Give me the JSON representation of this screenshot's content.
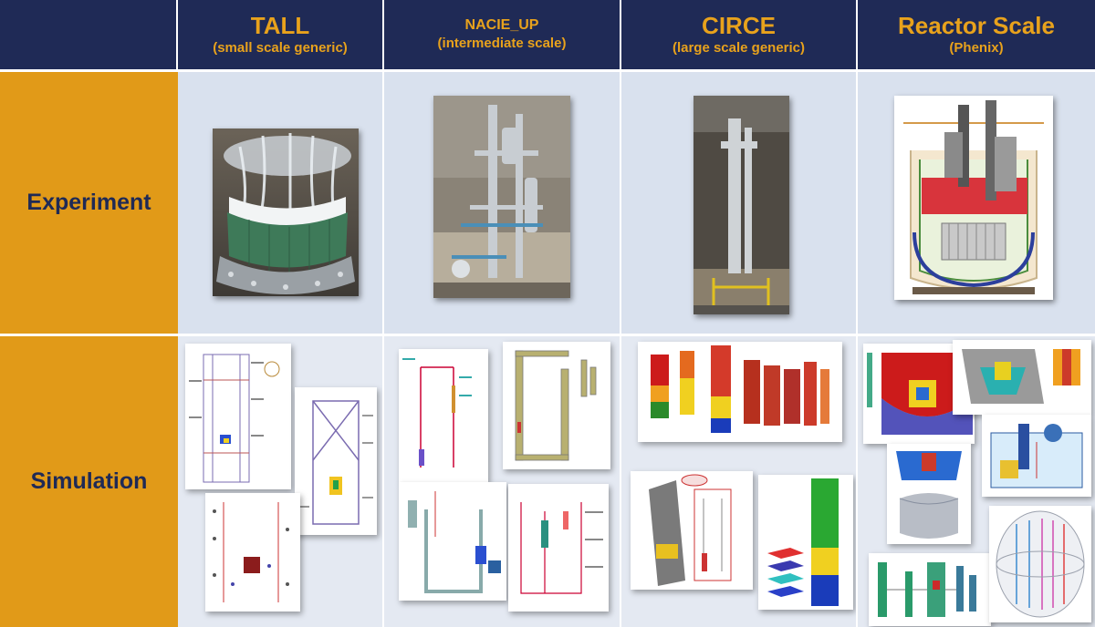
{
  "columns": [
    {
      "title": "TALL",
      "subtitle": "(small scale generic)"
    },
    {
      "title": "NACIE_UP",
      "subtitle": "(intermediate scale)"
    },
    {
      "title": "CIRCE",
      "subtitle": "(large scale generic)"
    },
    {
      "title": "Reactor Scale",
      "subtitle": "(Phenix)"
    }
  ],
  "rows": [
    {
      "label": "Experiment"
    },
    {
      "label": "Simulation"
    }
  ],
  "colors": {
    "header_bg": "#1f2a56",
    "header_text": "#e8a21c",
    "row_label_bg": "#e19a18",
    "row_label_text": "#1f2a56",
    "cell_bg": "#d9e1ee"
  }
}
